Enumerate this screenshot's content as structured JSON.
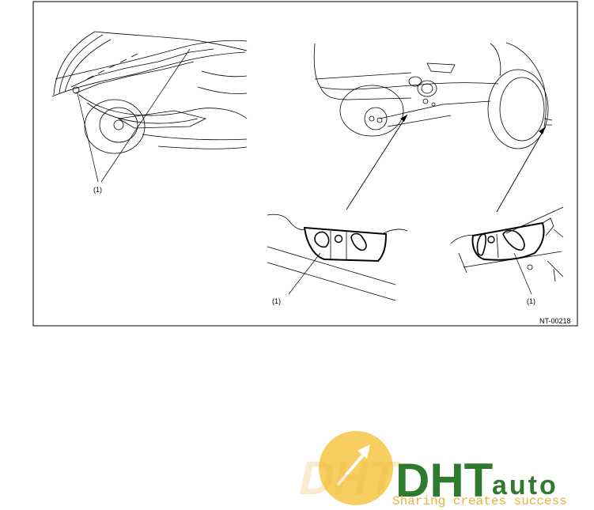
{
  "figure": {
    "callout_front": "(1)",
    "callout_rear_left": "(1)",
    "callout_rear_right": "(1)",
    "figure_code": "NT-00218"
  },
  "watermark": {
    "logo_main": "DHT",
    "logo_auto": "auto",
    "slogan": "Sharing creates success"
  }
}
